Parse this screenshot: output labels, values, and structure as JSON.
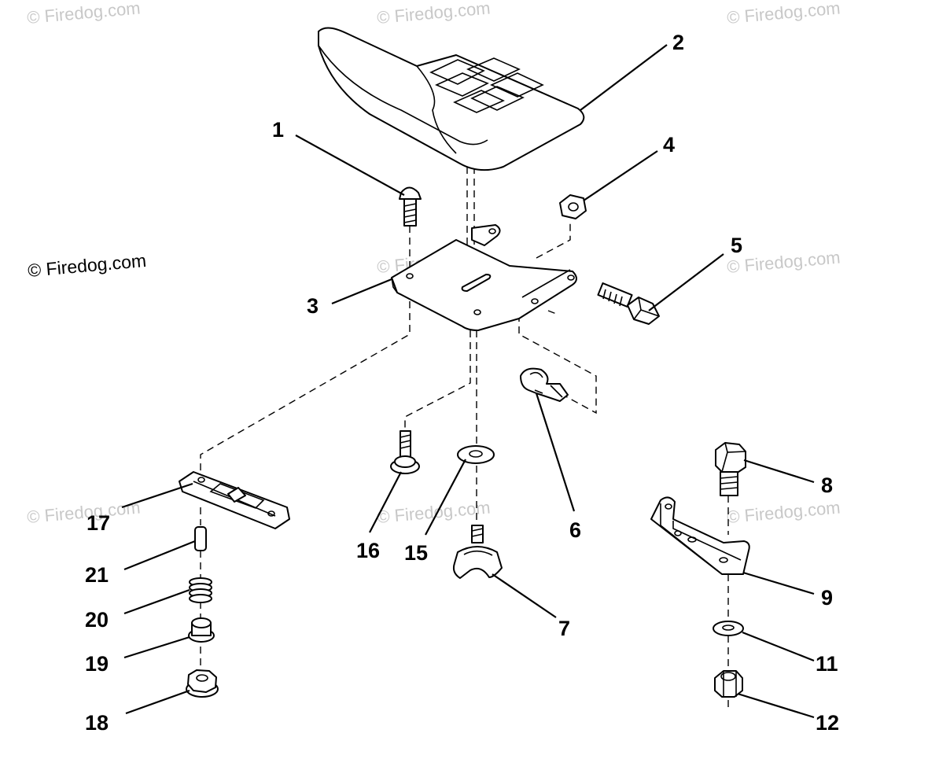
{
  "watermarks": {
    "faint": "© Firedog.com",
    "prominent": "© Firedog.com"
  },
  "callouts": [
    {
      "id": "1",
      "part": "carriage-bolt"
    },
    {
      "id": "2",
      "part": "seat"
    },
    {
      "id": "3",
      "part": "seat-pan"
    },
    {
      "id": "4",
      "part": "hex-nut"
    },
    {
      "id": "5",
      "part": "hex-bolt"
    },
    {
      "id": "6",
      "part": "seat-switch"
    },
    {
      "id": "7",
      "part": "knob"
    },
    {
      "id": "8",
      "part": "hex-bolt"
    },
    {
      "id": "9",
      "part": "bracket"
    },
    {
      "id": "11",
      "part": "washer"
    },
    {
      "id": "12",
      "part": "lock-nut"
    },
    {
      "id": "15",
      "part": "washer"
    },
    {
      "id": "16",
      "part": "shoulder-bolt"
    },
    {
      "id": "17",
      "part": "slide-plate"
    },
    {
      "id": "18",
      "part": "flange-nut"
    },
    {
      "id": "19",
      "part": "bushing"
    },
    {
      "id": "20",
      "part": "spring"
    },
    {
      "id": "21",
      "part": "pin"
    }
  ]
}
